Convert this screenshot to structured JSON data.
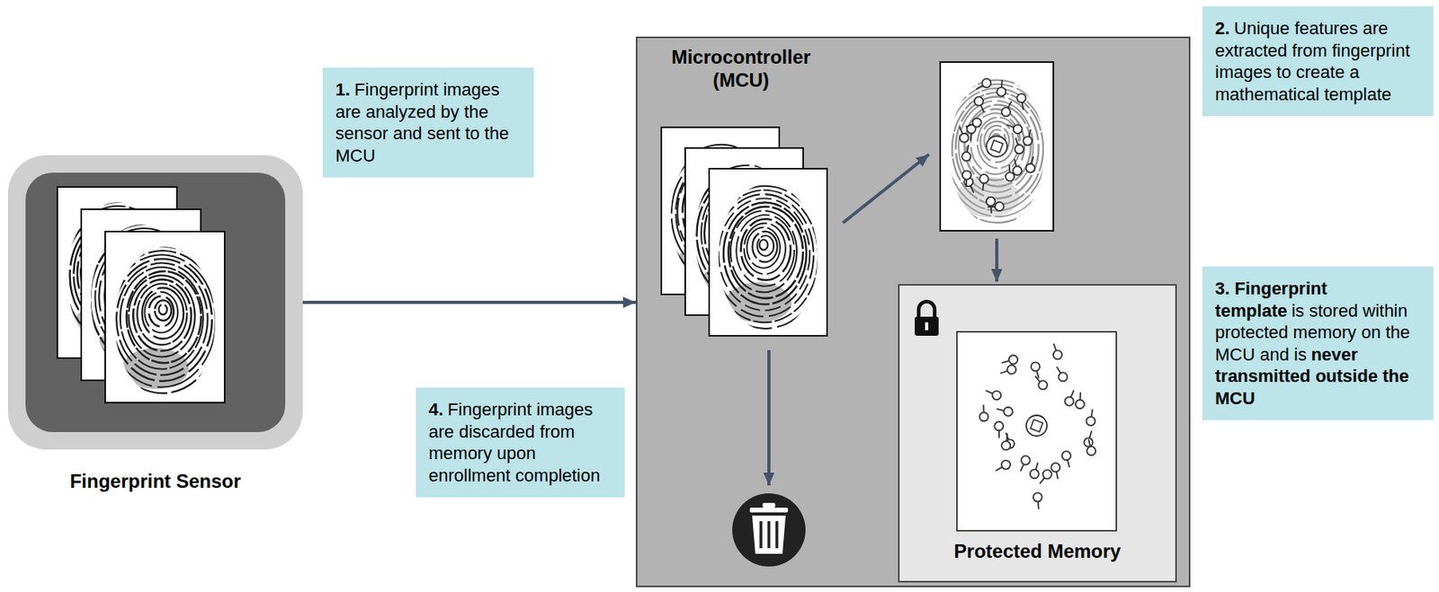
{
  "diagram": {
    "nodes": [
      {
        "text": [
          "Fingerprint Sensor"
        ]
      },
      {
        "text": [
          "Microcontroller (MCU)"
        ]
      },
      {
        "text": [
          "Protected Memory"
        ],
        "in": 1
      },
      {
        "text": [
          "1.",
          "Fingerprint images are analyzed by the sensor and sent to the MCU"
        ]
      },
      {
        "text": [
          "2.",
          "Unique features are extracted from fingerprint images to create a mathematical template"
        ]
      },
      {
        "text": [
          "3. Fingerprint template",
          "is stored within protected memory on the MCU and is",
          "never transmitted outside the MCU"
        ]
      },
      {
        "text": [
          "4.",
          "Fingerprint images are discarded from memory upon enrollment completion"
        ]
      }
    ],
    "edges": [
      {
        "from": 0,
        "to": 1,
        "arrow": "to"
      }
    ]
  }
}
